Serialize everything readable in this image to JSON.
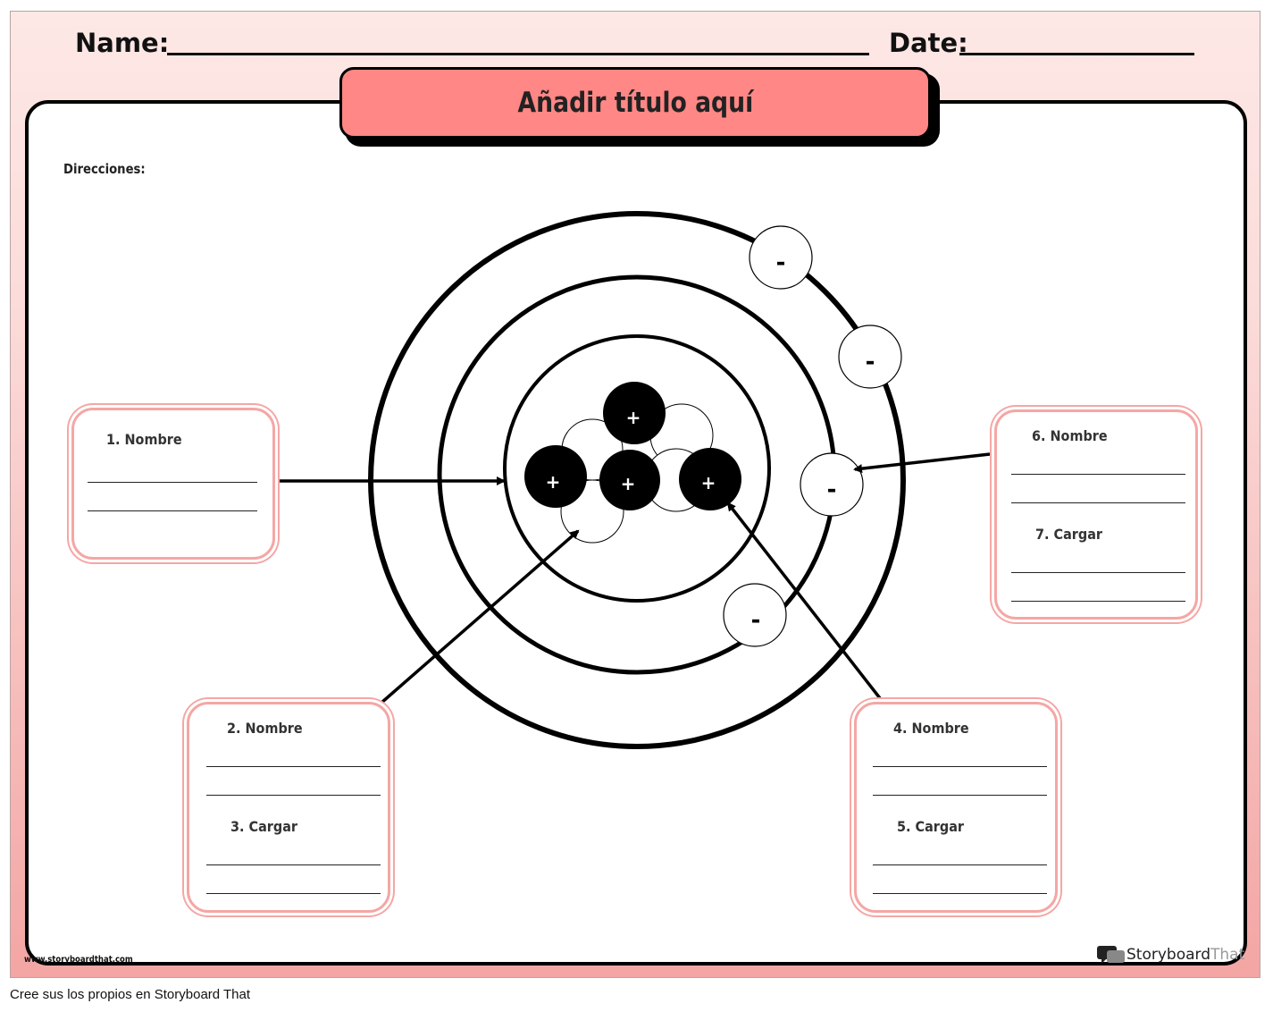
{
  "header": {
    "name_label": "Name:",
    "date_label": "Date:"
  },
  "title": "Añadir título aquí",
  "directions": "Direcciones:",
  "labels": {
    "box1": {
      "name": "1. Nombre"
    },
    "box2": {
      "name": "2. Nombre",
      "charge": "3. Cargar"
    },
    "box3": {
      "name": "4. Nombre",
      "charge": "5. Cargar"
    },
    "box4": {
      "name": "6. Nombre",
      "charge": "7. Cargar"
    }
  },
  "atom": {
    "proton_symbol": "+",
    "electron_symbol": "-"
  },
  "watermark": {
    "url": "www.storyboardthat.com",
    "brand_main": "Storyboard",
    "brand_light": "That"
  },
  "footer": "Cree sus los propios en Storyboard That",
  "colors": {
    "title_fill": "#ff8785",
    "box_border": "#f4a7a5",
    "sheet_gradient_top": "#fde8e6",
    "sheet_gradient_bottom": "#f3a6a4"
  }
}
